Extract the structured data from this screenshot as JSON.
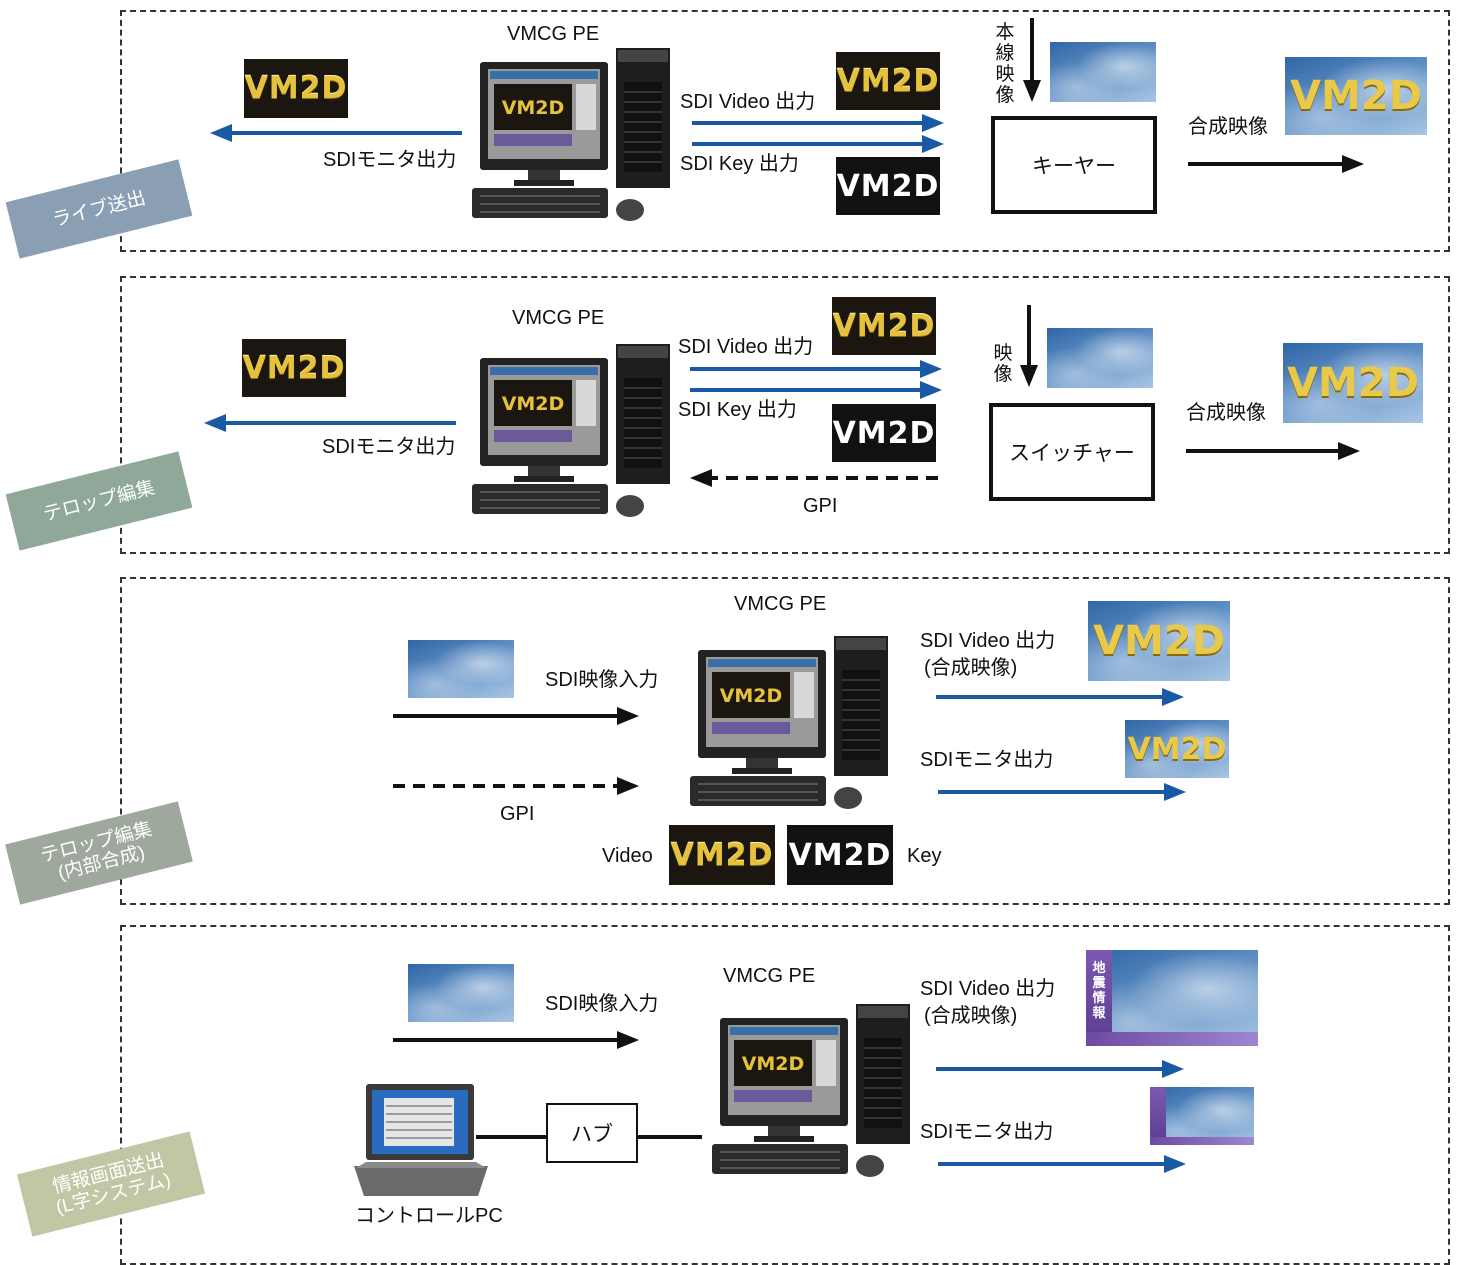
{
  "sections": [
    {
      "tag": "ライブ送出",
      "tag_color": "#8a9fb3",
      "computer_label": "VMCG PE",
      "monitor_output": "SDIモニタ出力",
      "video_output": "SDI Video 出力",
      "key_output": "SDI Key 出力",
      "input_label": "本線映像",
      "device": "キーヤー",
      "composite_label": "合成映像",
      "logo": "VM2D"
    },
    {
      "tag": "テロップ編集",
      "tag_color": "#8fa89a",
      "computer_label": "VMCG PE",
      "monitor_output": "SDIモニタ出力",
      "video_output": "SDI Video 出力",
      "key_output": "SDI Key 出力",
      "input_label": "映像",
      "device": "スイッチャー",
      "composite_label": "合成映像",
      "gpi_label": "GPI",
      "logo": "VM2D"
    },
    {
      "tag_line1": "テロップ編集",
      "tag_line2": "(内部合成)",
      "tag_color": "#9ea89c",
      "computer_label": "VMCG PE",
      "input_label": "SDI映像入力",
      "gpi_label": "GPI",
      "video_output_line1": "SDI Video 出力",
      "video_output_line2": "(合成映像)",
      "monitor_output": "SDIモニタ出力",
      "video_label": "Video",
      "key_label": "Key",
      "logo": "VM2D"
    },
    {
      "tag_line1": "情報画面送出",
      "tag_line2": "(L字システム)",
      "tag_color": "#c2c6a4",
      "computer_label": "VMCG PE",
      "input_label": "SDI映像入力",
      "hub_label": "ハブ",
      "control_pc_label": "コントロールPC",
      "video_output_line1": "SDI Video 出力",
      "video_output_line2": "(合成映像)",
      "monitor_output": "SDIモニタ出力",
      "lshape_title": "地震情報",
      "logo": "VM2D"
    }
  ],
  "colors": {
    "arrow_blue": "#1a5aa5",
    "arrow_black": "#111111"
  }
}
